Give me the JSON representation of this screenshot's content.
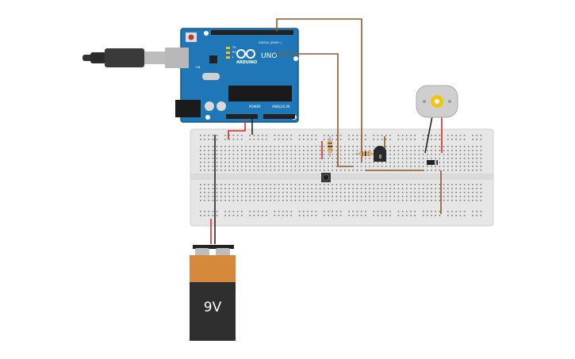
{
  "arduino": {
    "brand": "ARDUINO",
    "model": "UNO",
    "digital_label": "DIGITAL (PWM~)",
    "power_label": "POWER",
    "analog_label": "ANALOG IN",
    "on_label": "ON",
    "tx_label": "TX",
    "rx_label": "RX",
    "l_label": "L"
  },
  "battery": {
    "label": "9V"
  },
  "colors": {
    "board": "#1f77b8",
    "breadboard": "#e6e6e6",
    "wire_red": "#d62a2a",
    "wire_black": "#222222",
    "wire_brown": "#8b5a2b",
    "battery_top": "#d58a3b",
    "battery_body": "#2f2f2f"
  },
  "icons": [
    "usb-cable-icon",
    "dc-motor-icon",
    "pushbutton-icon",
    "transistor-icon",
    "resistor-icon",
    "diode-icon"
  ]
}
